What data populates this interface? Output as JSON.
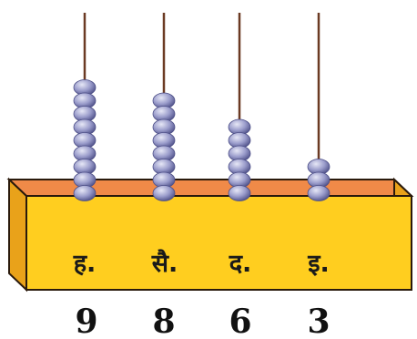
{
  "columns": [
    {
      "place_label": "ह.",
      "digit": "9",
      "beads": 9
    },
    {
      "place_label": "सै.",
      "digit": "8",
      "beads": 8
    },
    {
      "place_label": "द.",
      "digit": "6",
      "beads": 6
    },
    {
      "place_label": "इ.",
      "digit": "3",
      "beads": 3
    }
  ],
  "colors": {
    "base_top": "#f08a48",
    "base_front": "#ffce1f",
    "base_side": "#e9a21a",
    "outline": "#2a1a0c",
    "rod": "#6b3a23",
    "bead_light": "#e6e7f6",
    "bead_mid": "#9a9ccb",
    "bead_dark": "#4e5088"
  }
}
